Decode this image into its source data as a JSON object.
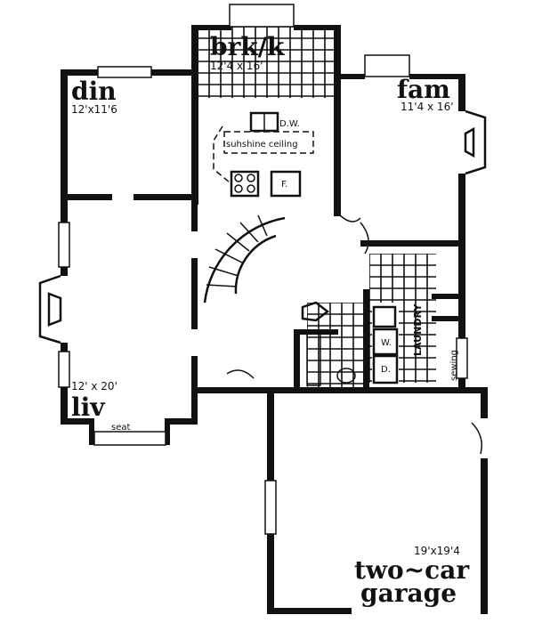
{
  "rooms": {
    "breakfast_kitchen": {
      "name": "brk/k",
      "size": "12'4 x 16'"
    },
    "dining": {
      "name": "din",
      "size": "12'x11'6"
    },
    "family": {
      "name": "fam",
      "size": "11'4 x 16'"
    },
    "living": {
      "name": "liv",
      "size": "12' x 20'"
    },
    "garage": {
      "name_line1": "two~car",
      "name_line2": "garage",
      "size": "19'x19'4"
    },
    "laundry": {
      "name": "LAUNDRY"
    },
    "sewing": {
      "name": "sewing"
    }
  },
  "fixtures": {
    "dishwasher": "D.W.",
    "ceiling_note": "suhshine ceiling",
    "fridge": "F.",
    "washer": "W.",
    "dryer": "D.",
    "seat": "seat"
  },
  "colors": {
    "ink": "#111111",
    "paper": "#ffffff"
  }
}
